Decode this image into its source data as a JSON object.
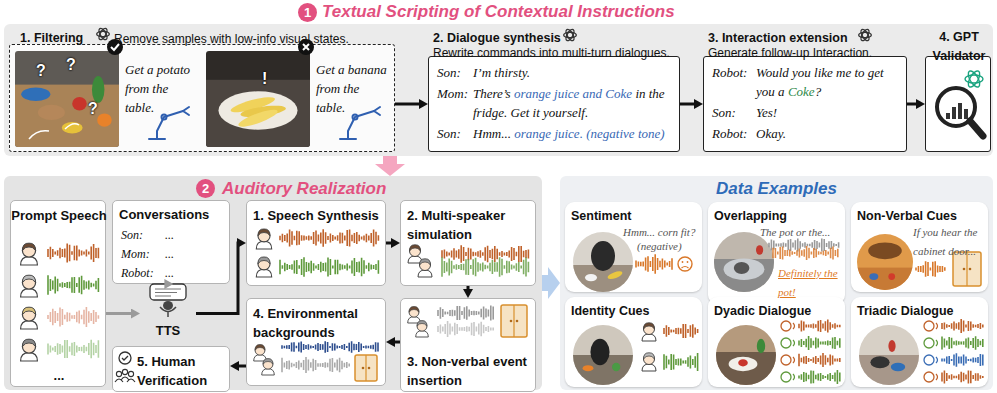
{
  "diagram": {
    "nodes": [
      {
        "text": [
          "Textual Scripting of Contextual Instructions"
        ]
      },
      {
        "text": [
          "1. Filtering",
          "Remove samples with low-info visual states."
        ],
        "in": 0
      },
      {
        "text": [
          "Get a potato from the table."
        ],
        "in": 1
      },
      {
        "text": [
          "Get a banana from the table."
        ],
        "in": 1
      },
      {
        "text": [
          "2. Dialogue synthesis",
          "Rewrite commands into multi-turn dialogues.",
          "Son:",
          "I’m thirsty.",
          "Mom:",
          "There’s",
          "orange juice and Coke",
          "in the fridge. Get it yourself.",
          "Son:",
          "Hmm...",
          "orange juice.",
          "(negative tone)"
        ],
        "in": 0
      },
      {
        "text": [
          "3. Interaction extension",
          "Generate follow-up Interaction.",
          "Robot:",
          "Would you like me to get you a",
          "Coke",
          "?",
          "Son:",
          "Yes!",
          "Robot:",
          "Okay."
        ],
        "in": 0
      },
      {
        "text": [
          "4. GPT Validator"
        ],
        "in": 0
      },
      {
        "text": [
          "Auditory Realization"
        ]
      },
      {
        "text": [
          "Prompt Speech",
          "..."
        ],
        "in": 7
      },
      {
        "text": [
          "Conversations",
          "Son:",
          "...",
          "Mom:",
          "...",
          "Robot:",
          "..."
        ],
        "in": 7
      },
      {
        "text": [
          "TTS"
        ],
        "in": 7
      },
      {
        "text": [
          "1. Speech Synthesis"
        ],
        "in": 7
      },
      {
        "text": [
          "2. Multi-speaker simulation"
        ],
        "in": 7
      },
      {
        "text": [
          "3. Non-verbal event insertion"
        ],
        "in": 7
      },
      {
        "text": [
          "4. Environmental backgrounds"
        ],
        "in": 7
      },
      {
        "text": [
          "5. Human Verification"
        ],
        "in": 7
      },
      {
        "text": [
          "Data Examples"
        ]
      },
      {
        "text": [
          "Sentiment",
          "Hmm... corn fit?",
          "(negative)"
        ],
        "in": 16
      },
      {
        "text": [
          "Overlapping",
          "The pot or the...",
          "Definitely the pot!"
        ],
        "in": 16
      },
      {
        "text": [
          "Non-Verbal Cues",
          "If you hear the cabinet door..."
        ],
        "in": 16
      },
      {
        "text": [
          "Identity Cues"
        ],
        "in": 16
      },
      {
        "text": [
          "Dyadic Dialogue"
        ],
        "in": 16
      },
      {
        "text": [
          "Triadic Dialogue"
        ],
        "in": 16
      }
    ],
    "edges": [
      {
        "from": 1,
        "to": 4,
        "arrow": "to"
      },
      {
        "from": 4,
        "to": 5,
        "arrow": "to"
      },
      {
        "from": 5,
        "to": 6,
        "arrow": "to"
      },
      {
        "from": 0,
        "to": 7,
        "arrow": "to"
      },
      {
        "from": 8,
        "to": 10,
        "arrow": "to"
      },
      {
        "from": 9,
        "to": 10,
        "arrow": "to"
      },
      {
        "from": 10,
        "to": 11,
        "arrow": "to"
      },
      {
        "from": 11,
        "to": 12,
        "arrow": "to"
      },
      {
        "from": 12,
        "to": 13,
        "arrow": "to"
      },
      {
        "from": 13,
        "to": 14,
        "arrow": "to"
      },
      {
        "from": 14,
        "to": 15,
        "arrow": "to"
      },
      {
        "from": 7,
        "to": 16,
        "arrow": "to"
      }
    ],
    "labels": [
      "1",
      "?",
      "?",
      "?",
      "!",
      "2"
    ]
  }
}
